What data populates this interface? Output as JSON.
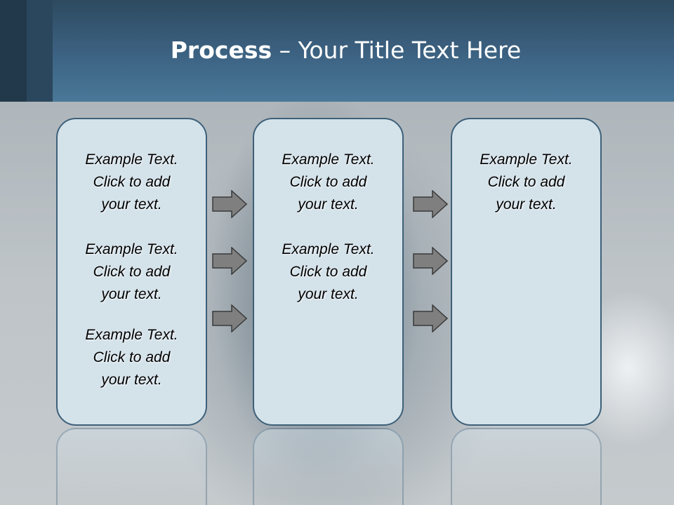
{
  "title": {
    "bold": "Process",
    "rest": " – Your Title Text Here"
  },
  "boxes": [
    {
      "items": [
        {
          "lines": [
            "Example Text.",
            "Click  to add",
            "your text."
          ]
        },
        {
          "lines": [
            "Example Text.",
            "Click  to add",
            "your text."
          ]
        },
        {
          "lines": [
            "Example Text.",
            "Click  to add",
            "your text."
          ]
        }
      ]
    },
    {
      "items": [
        {
          "lines": [
            "Example Text.",
            "Click  to add",
            "your text."
          ]
        },
        {
          "lines": [
            "Example Text.",
            "Click  to add",
            "your text."
          ]
        }
      ]
    },
    {
      "items": [
        {
          "lines": [
            "Example Text.",
            "Click  to add",
            "your text."
          ]
        }
      ]
    }
  ],
  "arrow_icon": "right-arrow-icon",
  "colors": {
    "header": "#3d6383",
    "box_fill": "#d4e2ea",
    "box_border": "#3e6079",
    "arrow_fill": "#7f7f7f"
  }
}
